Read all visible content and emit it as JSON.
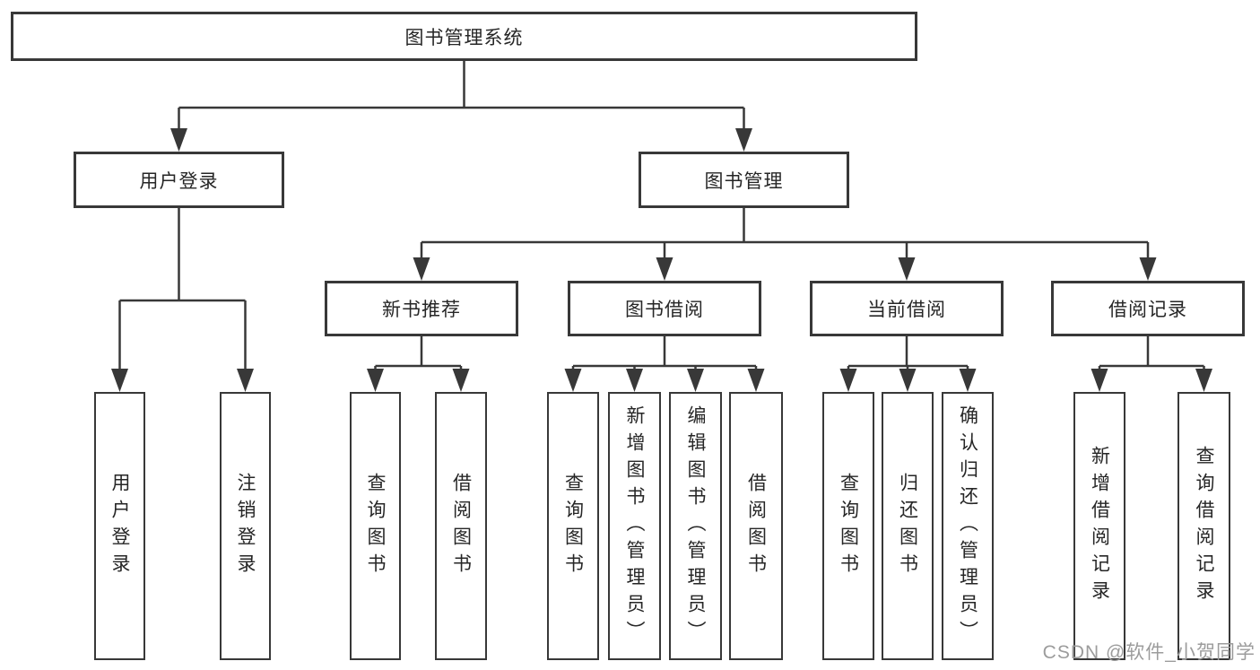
{
  "diagram": {
    "root": {
      "label": "图书管理系统"
    },
    "level2": {
      "user_login": {
        "label": "用户登录"
      },
      "book_management": {
        "label": "图书管理"
      }
    },
    "level3": {
      "new_book_recommend": {
        "label": "新书推荐"
      },
      "book_borrowing": {
        "label": "图书借阅"
      },
      "current_borrowing": {
        "label": "当前借阅"
      },
      "borrow_records": {
        "label": "借阅记录"
      }
    },
    "leaves": {
      "user_login": {
        "label": "用户登录"
      },
      "logout": {
        "label": "注销登录"
      },
      "nb_query_book": {
        "label": "查询图书"
      },
      "nb_borrow_book": {
        "label": "借阅图书"
      },
      "bb_query_book": {
        "label": "查询图书"
      },
      "bb_add_book": {
        "label": "新增图书（管理员）"
      },
      "bb_edit_book": {
        "label": "编辑图书（管理员）"
      },
      "bb_borrow_book": {
        "label": "借阅图书"
      },
      "cb_query_book": {
        "label": "查询图书"
      },
      "cb_return_book": {
        "label": "归还图书"
      },
      "cb_confirm_return": {
        "label": "确认归还（管理员）"
      },
      "br_add_record": {
        "label": "新增借阅记录"
      },
      "br_query_record": {
        "label": "查询借阅记录"
      }
    },
    "watermark": "CSDN @软件_小贺同学",
    "colors": {
      "line": "#383838",
      "text": "#262626",
      "watermark": "#9c9c9c",
      "background": "#ffffff"
    }
  }
}
